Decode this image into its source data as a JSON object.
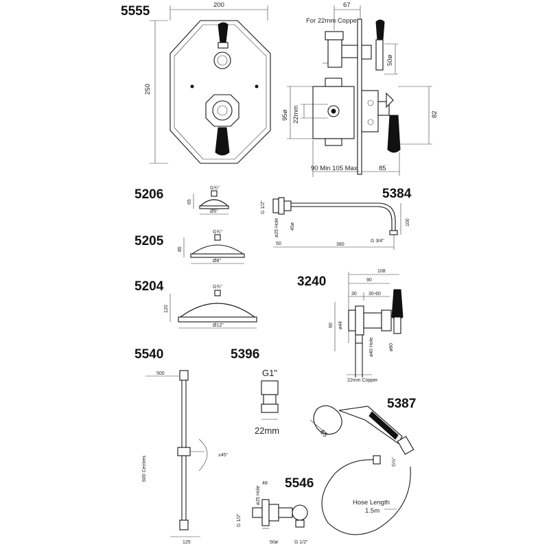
{
  "products": {
    "p5555": {
      "code": "5555",
      "w": "200",
      "h": "250",
      "depth": "67",
      "copper": "For 22mm Copper",
      "d50": "50ø",
      "d95": "95ø",
      "d22": "22mm",
      "d82": "82",
      "min_max": "90 Min 105 Max",
      "d85": "85"
    },
    "p5206": {
      "code": "5206",
      "g": "G¾\"",
      "h": "65",
      "dia": "Ø5\""
    },
    "p5205": {
      "code": "5205",
      "g": "G¾\"",
      "h": "85",
      "dia": "Ø8\""
    },
    "p5204": {
      "code": "5204",
      "g": "G¾\"",
      "h": "120",
      "dia": "Ø12\""
    },
    "p5384": {
      "code": "5384",
      "g_in": "G 1/2\"",
      "hole": "ø25 Hole",
      "d45": "45ø",
      "d50": "50",
      "len": "380",
      "h100": "100",
      "g_out": "G 3/4\""
    },
    "p3240": {
      "code": "3240",
      "w108": "108",
      "w90": "90",
      "w30": "30",
      "w3060": "30-60",
      "d44": "ø44",
      "h90": "90",
      "hole": "ø40 Hole",
      "d60": "ø60",
      "copper": "22mm Copper"
    },
    "p5540": {
      "code": "5540",
      "d500": "500",
      "centres": "600 Centres",
      "angle": "±45°",
      "w125": "125"
    },
    "p5396": {
      "code": "5396",
      "g": "G1\"",
      "size": "22mm"
    },
    "p5387": {
      "code": "5387",
      "d65": "65",
      "g": "G½\"",
      "hose": "Hose Length",
      "hose_len": "1.5m"
    },
    "p5546": {
      "code": "5546",
      "d48": "48",
      "hole": "ø25 Hole",
      "g_in": "G 1/2\"",
      "d50": "50ø",
      "g_out": "G 1/2\""
    }
  }
}
